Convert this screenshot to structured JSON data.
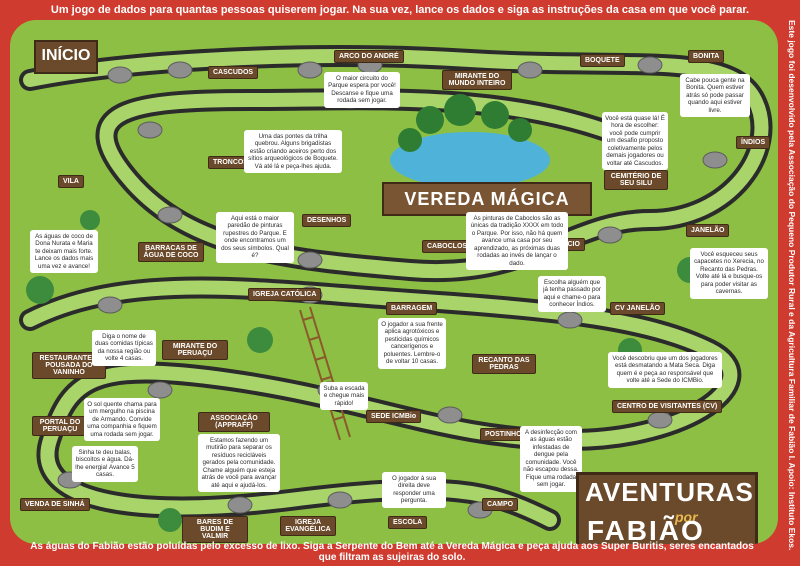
{
  "header": {
    "intro": "Um jogo de dados para quantas pessoas quiserem jogar. Na sua vez, lance os dados e siga as instruções da casa em que você parar."
  },
  "footer": {
    "outro": "As águas do Fabião estão poluídas pelo excesso de lixo. Siga a Serpente do Bem até a Vereda Mágica e peça ajuda aos Super Buritis, seres encantados que filtram as sujeiras do solo."
  },
  "credits": "Este jogo foi desenvolvido pela Associação do Pequeno Produtor Rural e da Agricultura Familiar de Fabião I. Apoio: Instituto Ekos.",
  "start_label": "INÍCIO",
  "center_label": "VEREDA MÁGICA",
  "logo": {
    "line1": "AVENTURAS",
    "line2": "por",
    "line3": "FABIÃO"
  },
  "spaces": [
    {
      "id": "cascudos",
      "label": "CASCUDOS"
    },
    {
      "id": "arco",
      "label": "ARCO DO ANDRÉ"
    },
    {
      "id": "mirante-mundo",
      "label": "MIRANTE DO MUNDO INTEIRO"
    },
    {
      "id": "boquete",
      "label": "BOQUETE"
    },
    {
      "id": "bonita",
      "label": "BONITA"
    },
    {
      "id": "indios",
      "label": "ÍNDIOS"
    },
    {
      "id": "vila",
      "label": "VILA"
    },
    {
      "id": "troncos",
      "label": "TRONCOS"
    },
    {
      "id": "cemiterio",
      "label": "CEMITÉRIO DE SEU SILU"
    },
    {
      "id": "desenhos",
      "label": "DESENHOS"
    },
    {
      "id": "caboclos",
      "label": "CABOCLOS"
    },
    {
      "id": "carlucio",
      "label": "CARLÚCIO"
    },
    {
      "id": "janelao",
      "label": "JANELÃO"
    },
    {
      "id": "barracas",
      "label": "BARRACAS DE ÁGUA DE COCO"
    },
    {
      "id": "igreja-catolica",
      "label": "IGREJA CATÓLICA"
    },
    {
      "id": "cv-janelao",
      "label": "CV JANELÃO"
    },
    {
      "id": "barragem",
      "label": "BARRAGEM"
    },
    {
      "id": "restaurante",
      "label": "RESTAURANTE E POUSADA DO VANINHO"
    },
    {
      "id": "mirante-peruacu",
      "label": "MIRANTE DO PERUAÇU"
    },
    {
      "id": "recanto",
      "label": "RECANTO DAS PEDRAS"
    },
    {
      "id": "associacao",
      "label": "ASSOCIAÇÃO (APPRAFF)"
    },
    {
      "id": "sede-icmbio",
      "label": "SEDE ICMBio"
    },
    {
      "id": "centro-visitantes",
      "label": "CENTRO DE VISITANTES (CV)"
    },
    {
      "id": "portal",
      "label": "PORTAL DO PERUAÇU"
    },
    {
      "id": "postinho",
      "label": "POSTINHO"
    },
    {
      "id": "venda-sinha",
      "label": "VENDA DE SINHÁ"
    },
    {
      "id": "bares",
      "label": "BARES DE BUDIM E VALMIR"
    },
    {
      "id": "igreja-evangelica",
      "label": "IGREJA EVANGÉLICA"
    },
    {
      "id": "escola",
      "label": "ESCOLA"
    },
    {
      "id": "campo",
      "label": "CAMPO"
    }
  ],
  "notes": [
    {
      "id": "n-circuito",
      "text": "O maior circuito do Parque espera por você! Descanse e fique uma rodada sem jogar."
    },
    {
      "id": "n-bonita",
      "text": "Cabe pouca gente na Bonita. Quem estiver atrás só pode passar quando aqui estiver livre."
    },
    {
      "id": "n-ponte",
      "text": "Uma das pontes da trilha quebrou. Alguns brigadistas estão criando aceiros perto dos sítios arqueológicos de Boquete. Vá até lá e peça-lhes ajuda."
    },
    {
      "id": "n-cemiterio",
      "text": "Você está quase lá! É hora de escolher: você pode cumprir um desafio proposto coletivamente pelos demais jogadores ou voltar até Cascudos."
    },
    {
      "id": "n-coco",
      "text": "As águas de coco de Dona Nurata e Maria te deixam mais forte. Lance os dados mais uma vez e avance!"
    },
    {
      "id": "n-paredao",
      "text": "Aqui está o maior paredão de pinturas rupestres do Parque. E onde encontramos um dos seus símbolos. Qual é?"
    },
    {
      "id": "n-pinturas",
      "text": "As pinturas de Caboclos são as únicas da tradição XXXX em todo o Parque. Por isso, não há quem avance uma casa por seu aprendizado, as próximas duas rodadas ao invés de lançar o dado."
    },
    {
      "id": "n-esqueceu",
      "text": "Você esqueceu seus capacetes no Xerecia, no Recanto das Pedras. Volte até lá e busque-os para poder visitar as cavernas."
    },
    {
      "id": "n-fadas",
      "text": "Escolha alguém que já tenha passado por aqui e chame-o para conhecer Índios."
    },
    {
      "id": "n-vaninho",
      "text": "Diga o nome de duas comidas típicas da nossa região ou volte 4 casas."
    },
    {
      "id": "n-agrotoxicos",
      "text": "O jogador a sua frente aplica agrotóxicos e pesticidas químicos cancerígenos e poluentes. Lembre-o de voltar 10 casas."
    },
    {
      "id": "n-mata-seca",
      "text": "Você descobriu que um dos jogadores está desmatando a Mata Seca. Diga quem é e peça ao responsável que volte até a Sede do ICMBio."
    },
    {
      "id": "n-piscina",
      "text": "O sol quente chama para um mergulho na piscina de Armando. Convide uma companhia e fiquem uma rodada sem jogar."
    },
    {
      "id": "n-suba",
      "text": "Suba a escada e chegue mais rápido!"
    },
    {
      "id": "n-separar",
      "text": "Estamos fazendo um mutirão para separar os resíduos recicláveis gerados pela comunidade. Chame alguém que esteja atrás de você para avançar até aqui e ajudá-los."
    },
    {
      "id": "n-dengue",
      "text": "A desinfecção com as águas estão infestadas de dengue pela comunidade. Você não escapou dessa. Fique uma rodada sem jogar."
    },
    {
      "id": "n-sinha",
      "text": "Sinha te deu balas, biscoitos e água. Dá-lhe energia! Avance 5 casas."
    },
    {
      "id": "n-pergunta",
      "text": "O jogador à sua direita deve responder uma pergunta."
    }
  ],
  "colors": {
    "border": "#cf3b2e",
    "grass": "#8dbf45",
    "path": "#2b2b2b",
    "sign": "#6b4a2b",
    "water": "#4fb3d9"
  }
}
